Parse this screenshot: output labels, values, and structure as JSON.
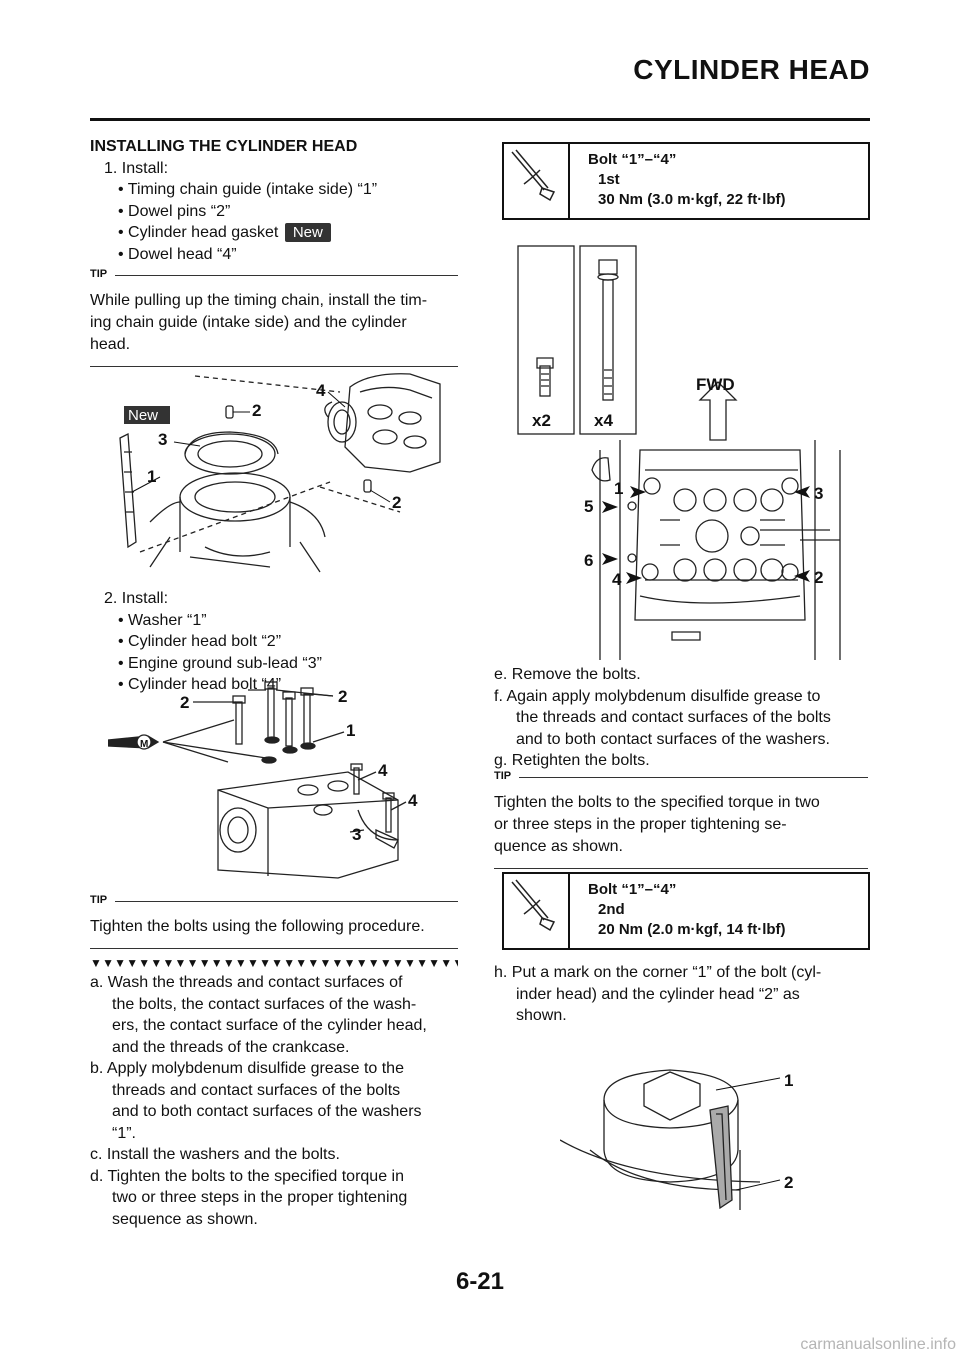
{
  "header": {
    "title": "CYLINDER HEAD"
  },
  "footer": {
    "page_number": "6-21",
    "watermark": "carmanualsonline.info"
  },
  "left": {
    "heading": "INSTALLING THE CYLINDER HEAD",
    "step1": {
      "label": "1. Install:",
      "items": [
        "• Timing chain guide (intake side) “1”",
        "• Dowel pins “2”",
        "• Cylinder head gasket",
        "• Dowel head “4”"
      ],
      "new_badge": "New"
    },
    "tip1": {
      "label": "TIP",
      "lines": [
        "While pulling up the timing chain, install the tim-",
        "ing chain guide (intake side) and the cylinder",
        "head."
      ]
    },
    "fig1": {
      "labels": [
        "New",
        "2",
        "3",
        "1",
        "4",
        "2"
      ]
    },
    "step2": {
      "label": "2. Install:",
      "items": [
        "• Washer “1”",
        "• Cylinder head bolt “2”",
        "• Engine ground sub-lead “3”",
        "• Cylinder head bolt “4”"
      ]
    },
    "fig2": {
      "labels": [
        "2",
        "2",
        "1",
        "4",
        "4",
        "3",
        "M"
      ]
    },
    "tip2": {
      "label": "TIP",
      "lines": [
        "Tighten the bolts using the following procedure."
      ]
    },
    "triangles": "▼▼▼▼▼▼▼▼▼▼▼▼▼▼▼▼▼▼▼▼▼▼▼▼▼▼▼▼▼▼▼▼▼▼▼▼",
    "procedure": [
      {
        "first": "a.  Wash the threads and contact surfaces of",
        "rest": [
          "the bolts, the contact surfaces of the wash-",
          "ers, the contact surface of the cylinder head,",
          "and the threads of the crankcase."
        ]
      },
      {
        "first": "b.  Apply molybdenum disulfide grease to the",
        "rest": [
          "threads and contact surfaces of the bolts",
          "and to both contact surfaces of the washers",
          "“1”."
        ]
      },
      {
        "first": "c.  Install the washers and the bolts.",
        "rest": []
      },
      {
        "first": "d.  Tighten the bolts to the specified torque in",
        "rest": [
          "two or three steps in the proper tightening",
          "sequence as shown."
        ]
      }
    ]
  },
  "right": {
    "spec1": {
      "line1": "Bolt “1”–“4”",
      "line2": "1st",
      "line3": "30 Nm (3.0 m·kgf, 22 ft·lbf)"
    },
    "fig3": {
      "qty_a": "x2",
      "qty_b": "x4",
      "fwd": "FWD",
      "nums": [
        "1",
        "5",
        "6",
        "4",
        "3",
        "2"
      ]
    },
    "steps_ef": [
      {
        "first": "e.  Remove the bolts.",
        "rest": []
      },
      {
        "first": "f.  Again apply molybdenum disulfide grease to",
        "rest": [
          "the threads and contact surfaces of the bolts",
          "and to both contact surfaces of the washers."
        ]
      },
      {
        "first": "g.  Retighten the bolts.",
        "rest": []
      }
    ],
    "tip3": {
      "label": "TIP",
      "lines": [
        "Tighten the bolts to the specified torque in two",
        "or three steps in the proper tightening se-",
        "quence as shown."
      ]
    },
    "spec2": {
      "line1": "Bolt “1”–“4”",
      "line2": "2nd",
      "line3": "20 Nm (2.0 m·kgf, 14 ft·lbf)"
    },
    "step_h": {
      "first": "h.  Put a mark on the corner “1” of the bolt (cyl-",
      "rest": [
        "inder head) and the cylinder head “2” as",
        "shown."
      ]
    },
    "fig4": {
      "labels": [
        "1",
        "2"
      ]
    }
  }
}
